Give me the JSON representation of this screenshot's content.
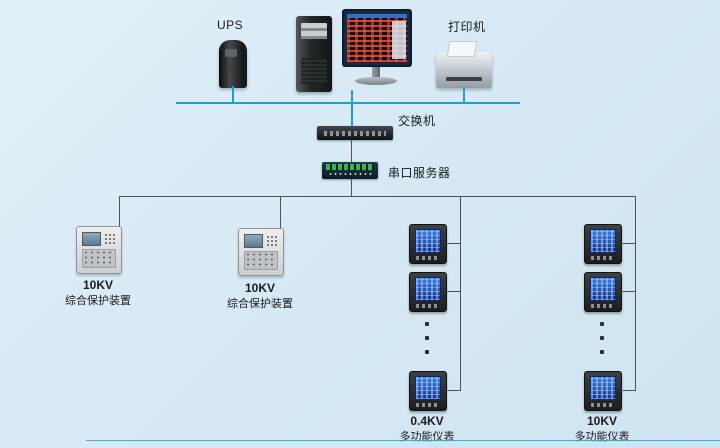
{
  "colors": {
    "background": "#d7e9f4",
    "network_bus": "#1b9fd8",
    "wire": "#4f5356"
  },
  "labels": {
    "ups": "UPS",
    "printer": "打印机",
    "switch": "交换机",
    "serial_server": "串口服务器"
  },
  "protection_devices": [
    {
      "voltage": "10KV",
      "name": "综合保护装置"
    },
    {
      "voltage": "10KV",
      "name": "综合保护装置"
    }
  ],
  "meter_columns": [
    {
      "voltage": "0.4KV",
      "name": "多功能仪表"
    },
    {
      "voltage": "10KV",
      "name": "多功能仪表"
    }
  ]
}
